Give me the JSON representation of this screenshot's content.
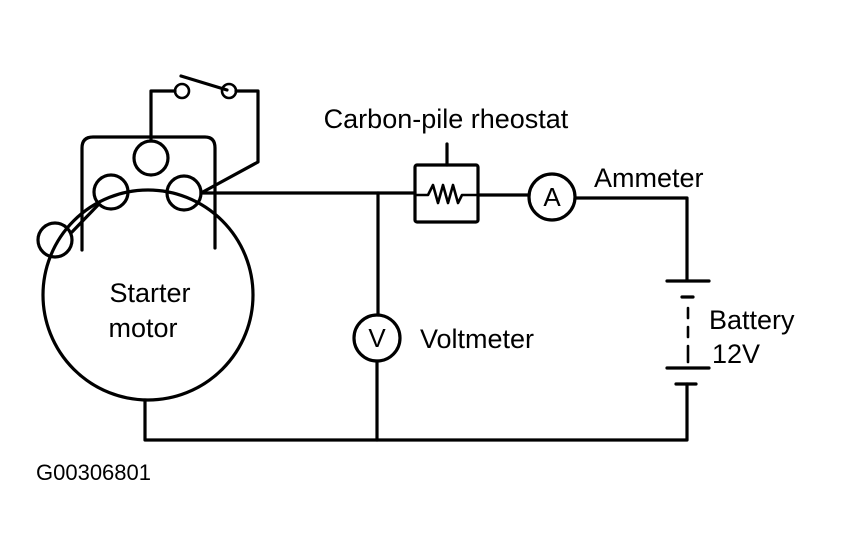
{
  "diagram": {
    "title": "Starter motor current draw test circuit",
    "figure_id": "G00306801",
    "components": {
      "starter_motor": {
        "label_line1": "Starter",
        "label_line2": "motor"
      },
      "rheostat": {
        "label": "Carbon-pile rheostat"
      },
      "ammeter": {
        "symbol": "A",
        "label": "Ammeter"
      },
      "voltmeter": {
        "symbol": "V",
        "label": "Voltmeter"
      },
      "battery": {
        "label_line1": "Battery",
        "label_line2": "12V"
      },
      "switch": {
        "type": "ignition-switch"
      }
    },
    "connections": [
      {
        "from": "starter_motor_terminal",
        "to": "rheostat"
      },
      {
        "from": "rheostat",
        "to": "ammeter"
      },
      {
        "from": "ammeter",
        "to": "battery_positive"
      },
      {
        "from": "battery_negative",
        "to": "starter_motor_ground"
      },
      {
        "from": "voltmeter",
        "to": "starter_motor_terminal"
      },
      {
        "from": "voltmeter",
        "to": "ground"
      },
      {
        "from": "switch",
        "to": "starter_motor_solenoid"
      }
    ]
  }
}
